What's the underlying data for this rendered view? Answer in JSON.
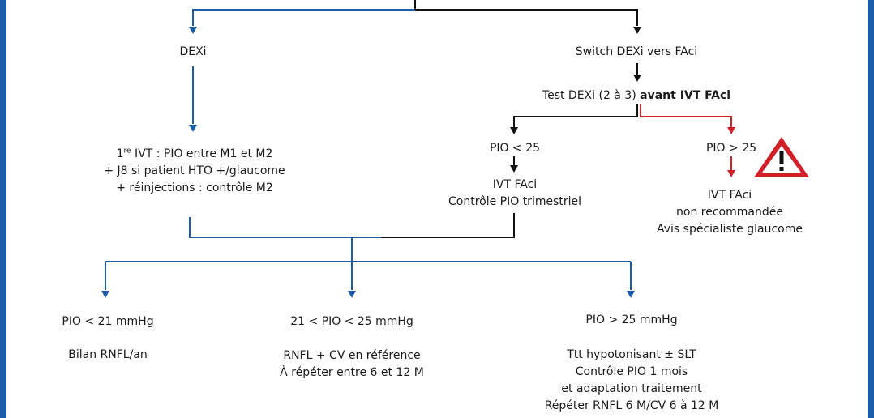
{
  "colors": {
    "blue": "#1a5da6",
    "black": "#111111",
    "red": "#d0202a",
    "text": "#1a1a1a"
  },
  "nodes": {
    "dexi": "DEXi",
    "switch": "Switch DEXi vers FAci",
    "test": {
      "prefix": "Test DEXi (2 à 3) ",
      "emphasis": "avant IVT FAci"
    },
    "ivt_monitoring": {
      "line1_pre": "1",
      "line1_sup": "re",
      "line1_post": " IVT : PIO entre M1 et M2",
      "line2": "+ J8 si patient HTO +/glaucome",
      "line3": "+ réinjections : contrôle M2"
    },
    "pio_lt25": "PIO < 25",
    "ivt_faci": {
      "line1": "IVT FAci",
      "line2": "Contrôle PIO trimestriel"
    },
    "pio_gt25": "PIO > 25",
    "not_recommended": {
      "line1": "IVT FAci",
      "line2": "non recommandée",
      "line3": "Avis spécialiste glaucome"
    },
    "pio_lt21": {
      "label": "PIO < 21 mmHg",
      "action": "Bilan RNFL/an"
    },
    "pio_21_25": {
      "label": "21 < PIO < 25 mmHg",
      "action1": "RNFL + CV en référence",
      "action2": "À répéter entre 6 et 12 M"
    },
    "pio_gt25_mmhg": {
      "label": "PIO > 25 mmHg",
      "action1": "Ttt hypotonisant ± SLT",
      "action2": "Contrôle PIO 1 mois",
      "action3": "et adaptation traitement",
      "action4": "Répéter RNFL 6 M/CV 6 à 12 M"
    }
  },
  "icons": {
    "warning": "warning-triangle-icon"
  }
}
